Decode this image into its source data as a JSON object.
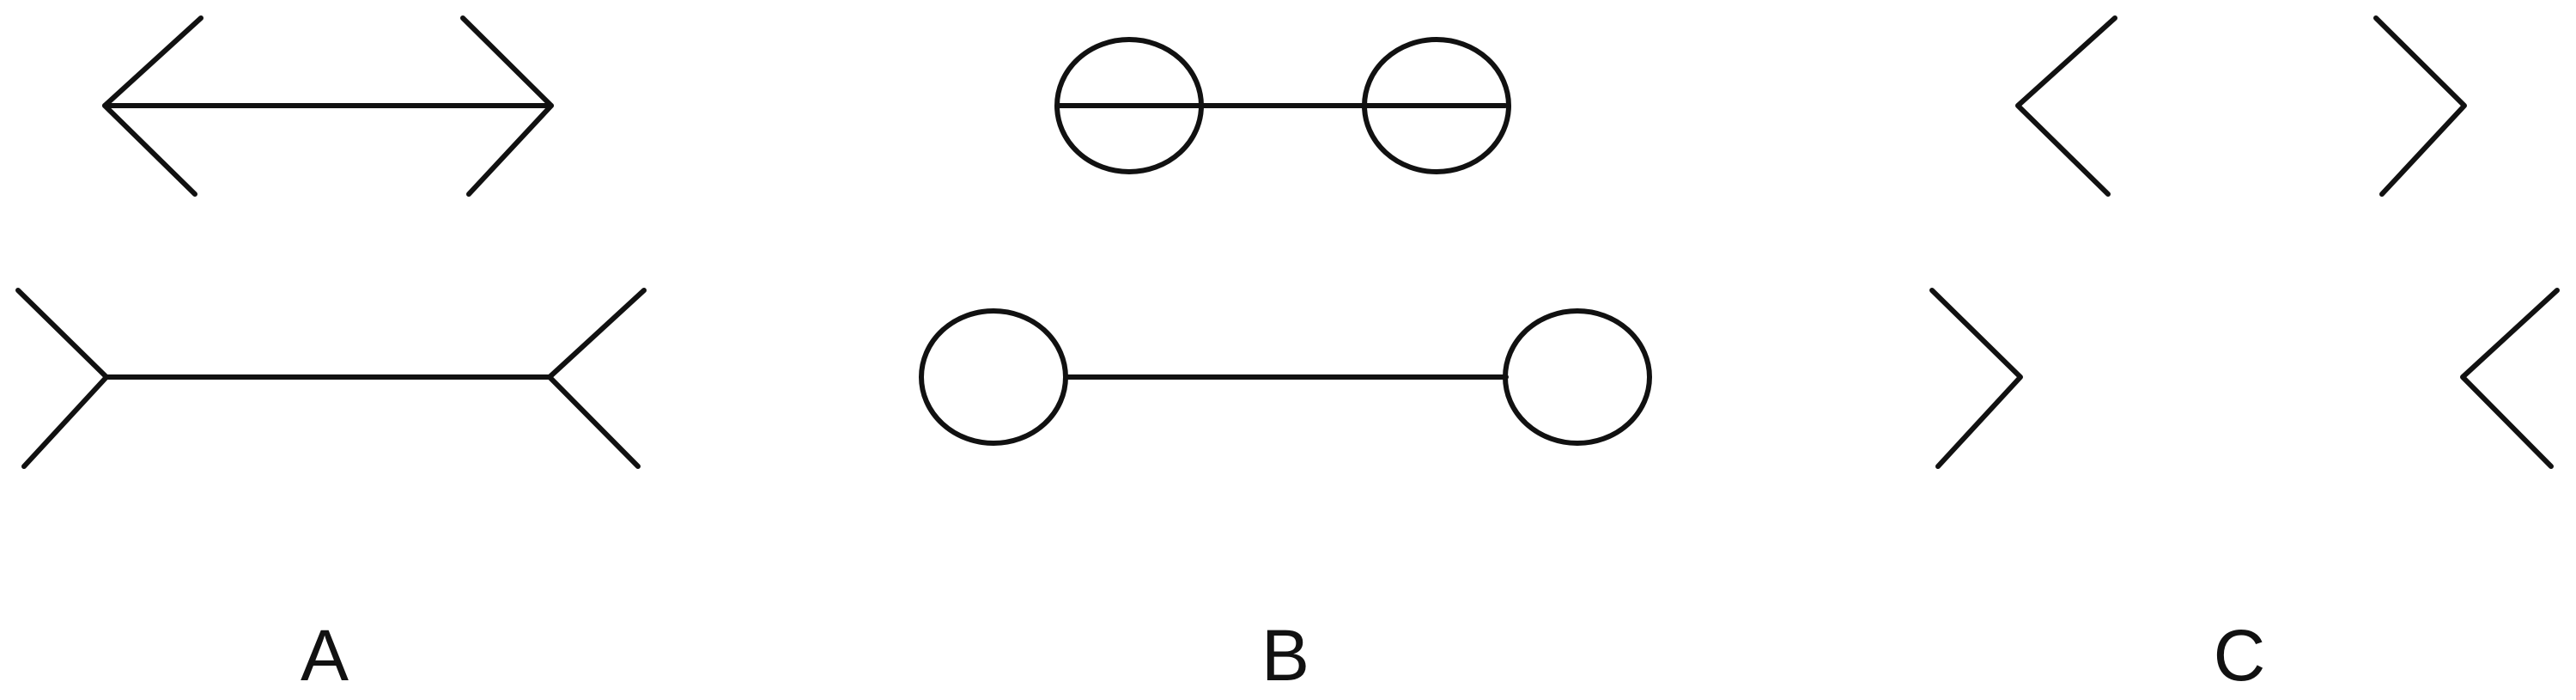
{
  "colors": {
    "ink": "#111111",
    "background": "#ffffff"
  },
  "panels": [
    {
      "id": "a",
      "label": "A",
      "top_variant": "arrowheads-pointing-outward",
      "bottom_variant": "fins-pointing-inward"
    },
    {
      "id": "b",
      "label": "B",
      "top_variant": "circles-overlapping-line",
      "bottom_variant": "circles-touching-line-ends"
    },
    {
      "id": "c",
      "label": "C",
      "top_variant": "chevrons-without-shaft-outward",
      "bottom_variant": "chevrons-without-shaft-inward"
    }
  ]
}
